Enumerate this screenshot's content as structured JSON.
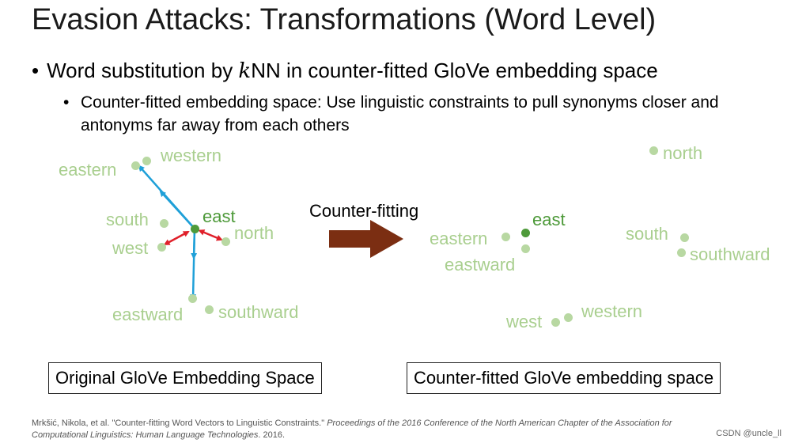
{
  "slide": {
    "title": "Evasion Attacks: Transformations (Word Level)",
    "bullet1": {
      "pre": "Word substitution by ",
      "knn_k": "k",
      "knn_nn": "NN",
      "post": "  in counter-fitted GloVe embedding space"
    },
    "bullet2": "Counter-fitted embedding space: Use linguistic constraints to pull synonyms closer and antonyms far away from each others",
    "arrow_label": "Counter-fitting",
    "left_box": "Original GloVe Embedding Space",
    "right_box": "Counter-fitted GloVe embedding space",
    "reference": {
      "authors": "Mrkšić, Nikola, et al. \"Counter-fitting Word Vectors to Linguistic Constraints.\" ",
      "venue": "Proceedings of the 2016 Conference of the North American Chapter of the Association for Computational Linguistics: Human Language Technologies",
      "year": ". 2016."
    },
    "watermark": "CSDN @uncle_ll"
  },
  "left_space": {
    "western": "western",
    "eastern": "eastern",
    "east": "east",
    "south": "south",
    "north": "north",
    "west": "west",
    "eastward": "eastward",
    "southward": "southward"
  },
  "right_space": {
    "north": "north",
    "east": "east",
    "eastern": "eastern",
    "eastward": "eastward",
    "south": "south",
    "southward": "southward",
    "west": "west",
    "western": "western"
  },
  "colors": {
    "word": "#a9cf8f",
    "focus": "#4e9a3a",
    "synonym_arrow": "#1fa0d8",
    "antonym_arrow": "#e0202a",
    "big_arrow": "#7b2e12"
  }
}
